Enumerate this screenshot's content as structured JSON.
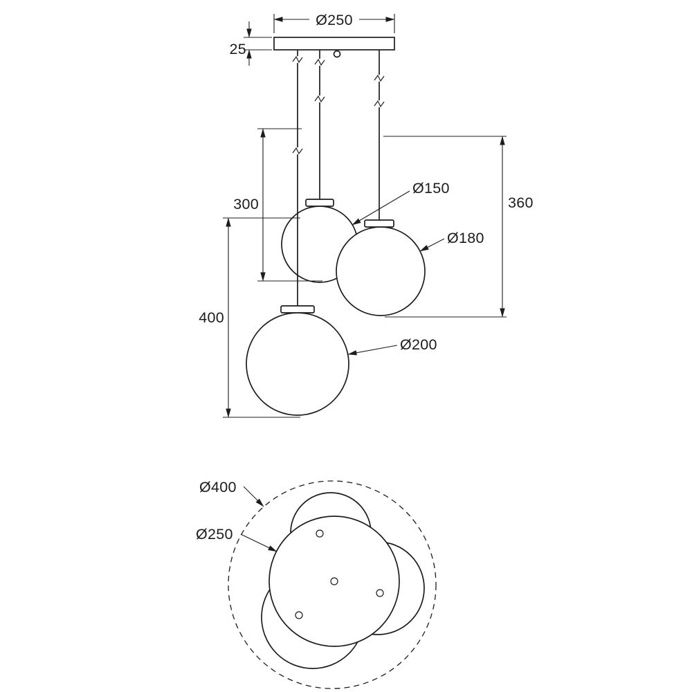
{
  "side_view": {
    "dim_canopy_diameter": "Ø250",
    "dim_canopy_height": "25",
    "dim_drop_150": "300",
    "dim_drop_180": "360",
    "dim_drop_200": "400",
    "label_sphere_150": "Ø150",
    "label_sphere_180": "Ø180",
    "label_sphere_200": "Ø200"
  },
  "top_view": {
    "label_overall_diameter": "Ø400",
    "label_canopy_diameter": "Ø250"
  },
  "colors": {
    "line": "#1c1c1c",
    "background": "#ffffff"
  }
}
